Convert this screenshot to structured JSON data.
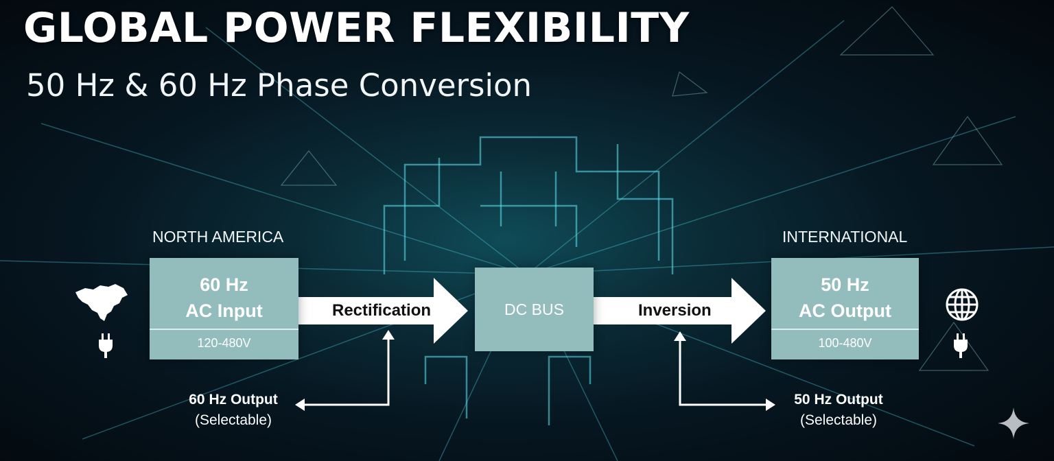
{
  "header": {
    "title": "GLOBAL POWER FLEXIBILITY",
    "subtitle": "50 Hz & 60 Hz Phase Conversion"
  },
  "input": {
    "region": "NORTH AMERICA",
    "line1": "60 Hz",
    "line2": "AC Input",
    "voltage": "120-480V",
    "icon": "north-america-map-icon",
    "plug_icon": "power-plug-icon"
  },
  "rectification": {
    "label": "Rectification"
  },
  "dc_bus": {
    "label": "DC BUS"
  },
  "inversion": {
    "label": "Inversion"
  },
  "output": {
    "region": "INTERNATIONAL",
    "line1": "50 Hz",
    "line2": "AC Output",
    "voltage": "100-480V",
    "icon": "globe-icon",
    "plug_icon": "power-plug-icon"
  },
  "tap_60": {
    "line1": "60 Hz Output",
    "line2": "(Selectable)"
  },
  "tap_50": {
    "line1": "50 Hz Output",
    "line2": "(Selectable)"
  },
  "colors": {
    "box": "#93bcbc",
    "arrow": "#ffffff",
    "accent": "#5fe3ee",
    "background": "#061620"
  }
}
